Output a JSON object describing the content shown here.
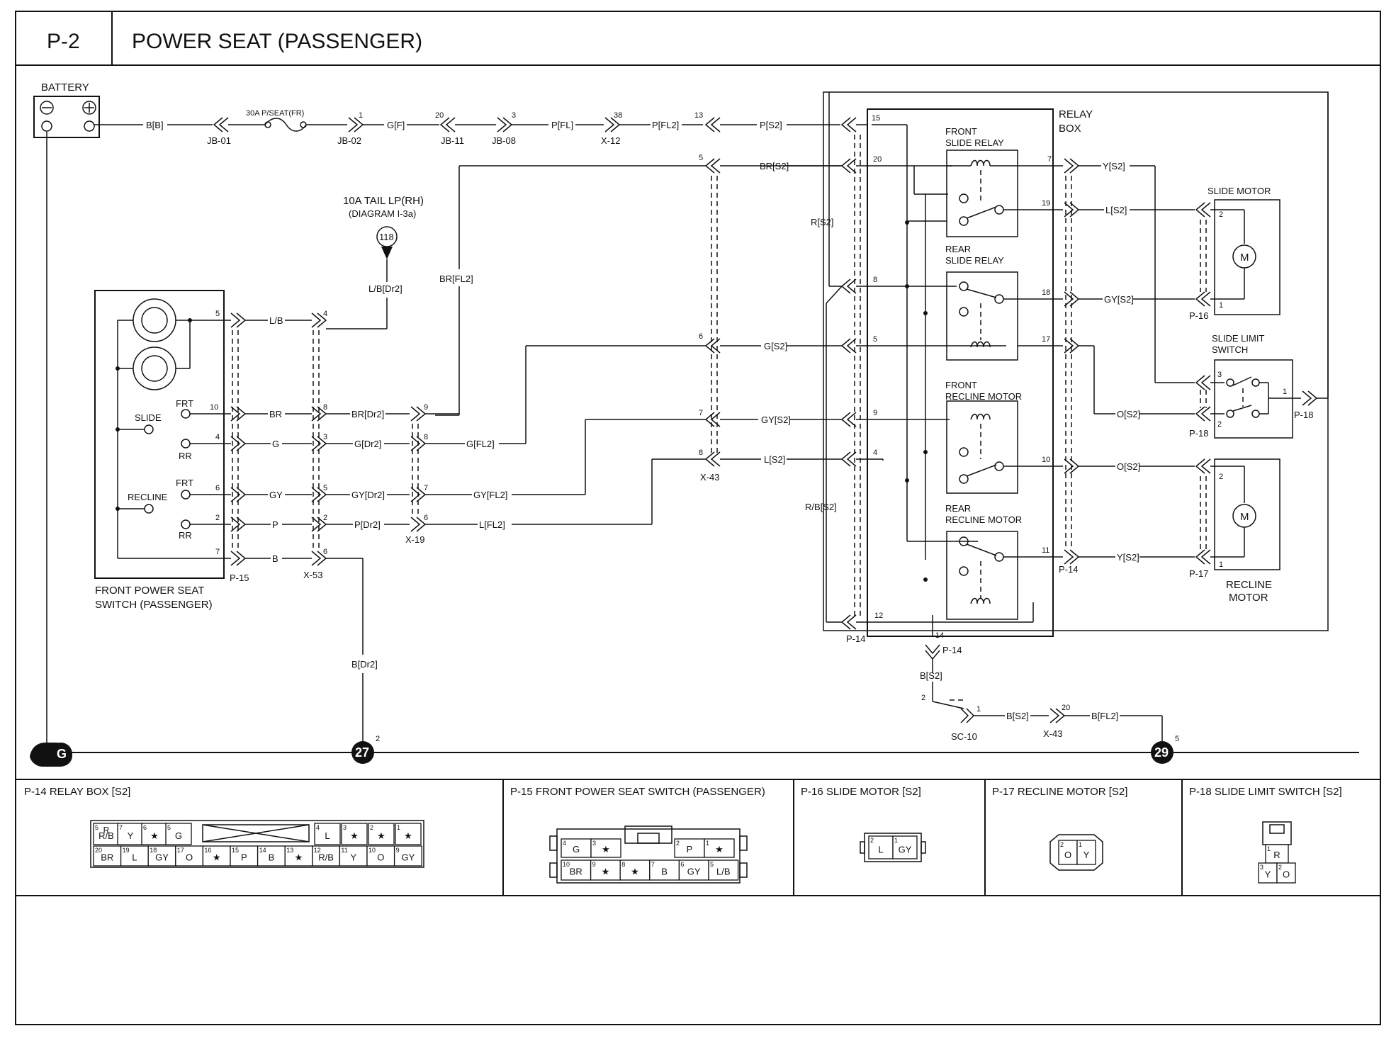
{
  "header": {
    "code": "P-2",
    "title": "POWER SEAT (PASSENGER)"
  },
  "components": {
    "battery": "BATTERY",
    "fuse_30a": "30A P/SEAT(FR)",
    "tail_lp_line1": "10A TAIL LP(RH)",
    "tail_lp_line2": "(DIAGRAM I-3a)",
    "tail_lp_circle": "118",
    "relay_box_line1": "RELAY",
    "relay_box_line2": "BOX",
    "front_slide_relay_1": "FRONT",
    "front_slide_relay_2": "SLIDE RELAY",
    "rear_slide_relay_1": "REAR",
    "rear_slide_relay_2": "SLIDE RELAY",
    "front_recline_1": "FRONT",
    "front_recline_2": "RECLINE MOTOR",
    "rear_recline_1": "REAR",
    "rear_recline_2": "RECLINE MOTOR",
    "slide_motor": "SLIDE MOTOR",
    "slide_limit_1": "SLIDE LIMIT",
    "slide_limit_2": "SWITCH",
    "recline_motor_1": "RECLINE",
    "recline_motor_2": "MOTOR",
    "switch_1": "FRONT POWER SEAT",
    "switch_2": "SWITCH (PASSENGER)",
    "slide": "SLIDE",
    "recline": "RECLINE",
    "frt": "FRT",
    "rr": "RR",
    "motor_symbol": "M"
  },
  "wires": {
    "b_b": "B[B]",
    "g_f": "G[F]",
    "p_fl": "P[FL]",
    "p_fl2": "P[FL2]",
    "p_s2": "P[S2]",
    "br_s2": "BR[S2]",
    "br_fl2": "BR[FL2]",
    "r_s2": "R[S2]",
    "lb_dr2": "L/B[Dr2]",
    "lb": "L/B",
    "br": "BR",
    "g": "G",
    "gy": "GY",
    "p": "P",
    "b": "B",
    "br_dr2": "BR[Dr2]",
    "g_dr2": "G[Dr2]",
    "gy_dr2": "GY[Dr2]",
    "p_dr2": "P[Dr2]",
    "g_fl2": "G[FL2]",
    "gy_fl2": "GY[FL2]",
    "l_fl2": "L[FL2]",
    "g_s2": "G[S2]",
    "gy_s2": "GY[S2]",
    "l_s2": "L[S2]",
    "rb_s2": "R/B[S2]",
    "y_s2": "Y[S2]",
    "o_s2": "O[S2]",
    "b_dr2": "B[Dr2]",
    "b_s2": "B[S2]",
    "b_fl2": "B[FL2]"
  },
  "connectors": {
    "jb01": "JB-01",
    "jb02": "JB-02",
    "jb11": "JB-11",
    "jb08": "JB-08",
    "x12": "X-12",
    "x43": "X-43",
    "x19": "X-19",
    "x53": "X-53",
    "p14": "P-14",
    "p15": "P-15",
    "p16": "P-16",
    "p17": "P-17",
    "p18": "P-18",
    "sc10": "SC-10"
  },
  "grounds": {
    "g_main": "G",
    "g27": "27",
    "g29": "29"
  },
  "pins": {
    "n1": "1",
    "n2": "2",
    "n3": "3",
    "n4": "4",
    "n5": "5",
    "n6": "6",
    "n7": "7",
    "n8": "8",
    "n9": "9",
    "n10": "10",
    "n11": "11",
    "n12": "12",
    "n13": "13",
    "n14": "14",
    "n15": "15",
    "n17": "17",
    "n18": "18",
    "n19": "19",
    "n20": "20",
    "n38": "38"
  },
  "connector_views": {
    "p14": {
      "title": "P-14 RELAY BOX [S2]",
      "top": [
        {
          "pin": "5",
          "label": "R/B",
          "pre": "R"
        },
        {
          "pin": "7",
          "label": "Y"
        },
        {
          "pin": "6",
          "label": "★"
        },
        {
          "pin": "5",
          "label": "G"
        },
        {
          "pin": "4",
          "label": "L"
        },
        {
          "pin": "3",
          "label": "★"
        },
        {
          "pin": "2",
          "label": "★"
        },
        {
          "pin": "1",
          "label": "★"
        }
      ],
      "bottom": [
        {
          "pin": "20",
          "label": "BR"
        },
        {
          "pin": "19",
          "label": "L"
        },
        {
          "pin": "18",
          "label": "GY"
        },
        {
          "pin": "17",
          "label": "O"
        },
        {
          "pin": "16",
          "label": "★"
        },
        {
          "pin": "15",
          "label": "P"
        },
        {
          "pin": "14",
          "label": "B"
        },
        {
          "pin": "13",
          "label": "★"
        },
        {
          "pin": "12",
          "label": "R/B"
        },
        {
          "pin": "11",
          "label": "Y"
        },
        {
          "pin": "10",
          "label": "O"
        },
        {
          "pin": "9",
          "label": "GY"
        }
      ]
    },
    "p15": {
      "title": "P-15 FRONT POWER SEAT SWITCH (PASSENGER)",
      "top": [
        {
          "pin": "4",
          "label": "G"
        },
        {
          "pin": "3",
          "label": "★"
        },
        {
          "pin": "2",
          "label": "P"
        },
        {
          "pin": "1",
          "label": "★"
        }
      ],
      "bottom": [
        {
          "pin": "10",
          "label": "BR"
        },
        {
          "pin": "9",
          "label": "★"
        },
        {
          "pin": "8",
          "label": "★"
        },
        {
          "pin": "7",
          "label": "B"
        },
        {
          "pin": "6",
          "label": "GY"
        },
        {
          "pin": "5",
          "label": "L/B"
        }
      ]
    },
    "p16": {
      "title": "P-16 SLIDE MOTOR [S2]",
      "cells": [
        {
          "pin": "2",
          "label": "L"
        },
        {
          "pin": "1",
          "label": "GY"
        }
      ]
    },
    "p17": {
      "title": "P-17 RECLINE MOTOR [S2]",
      "cells": [
        {
          "pin": "2",
          "label": "O"
        },
        {
          "pin": "1",
          "label": "Y"
        }
      ]
    },
    "p18": {
      "title": "P-18 SLIDE LIMIT SWITCH [S2]",
      "top": {
        "pin": "1",
        "label": "R"
      },
      "cells": [
        {
          "pin": "3",
          "label": "Y"
        },
        {
          "pin": "2",
          "label": "O"
        }
      ]
    }
  }
}
